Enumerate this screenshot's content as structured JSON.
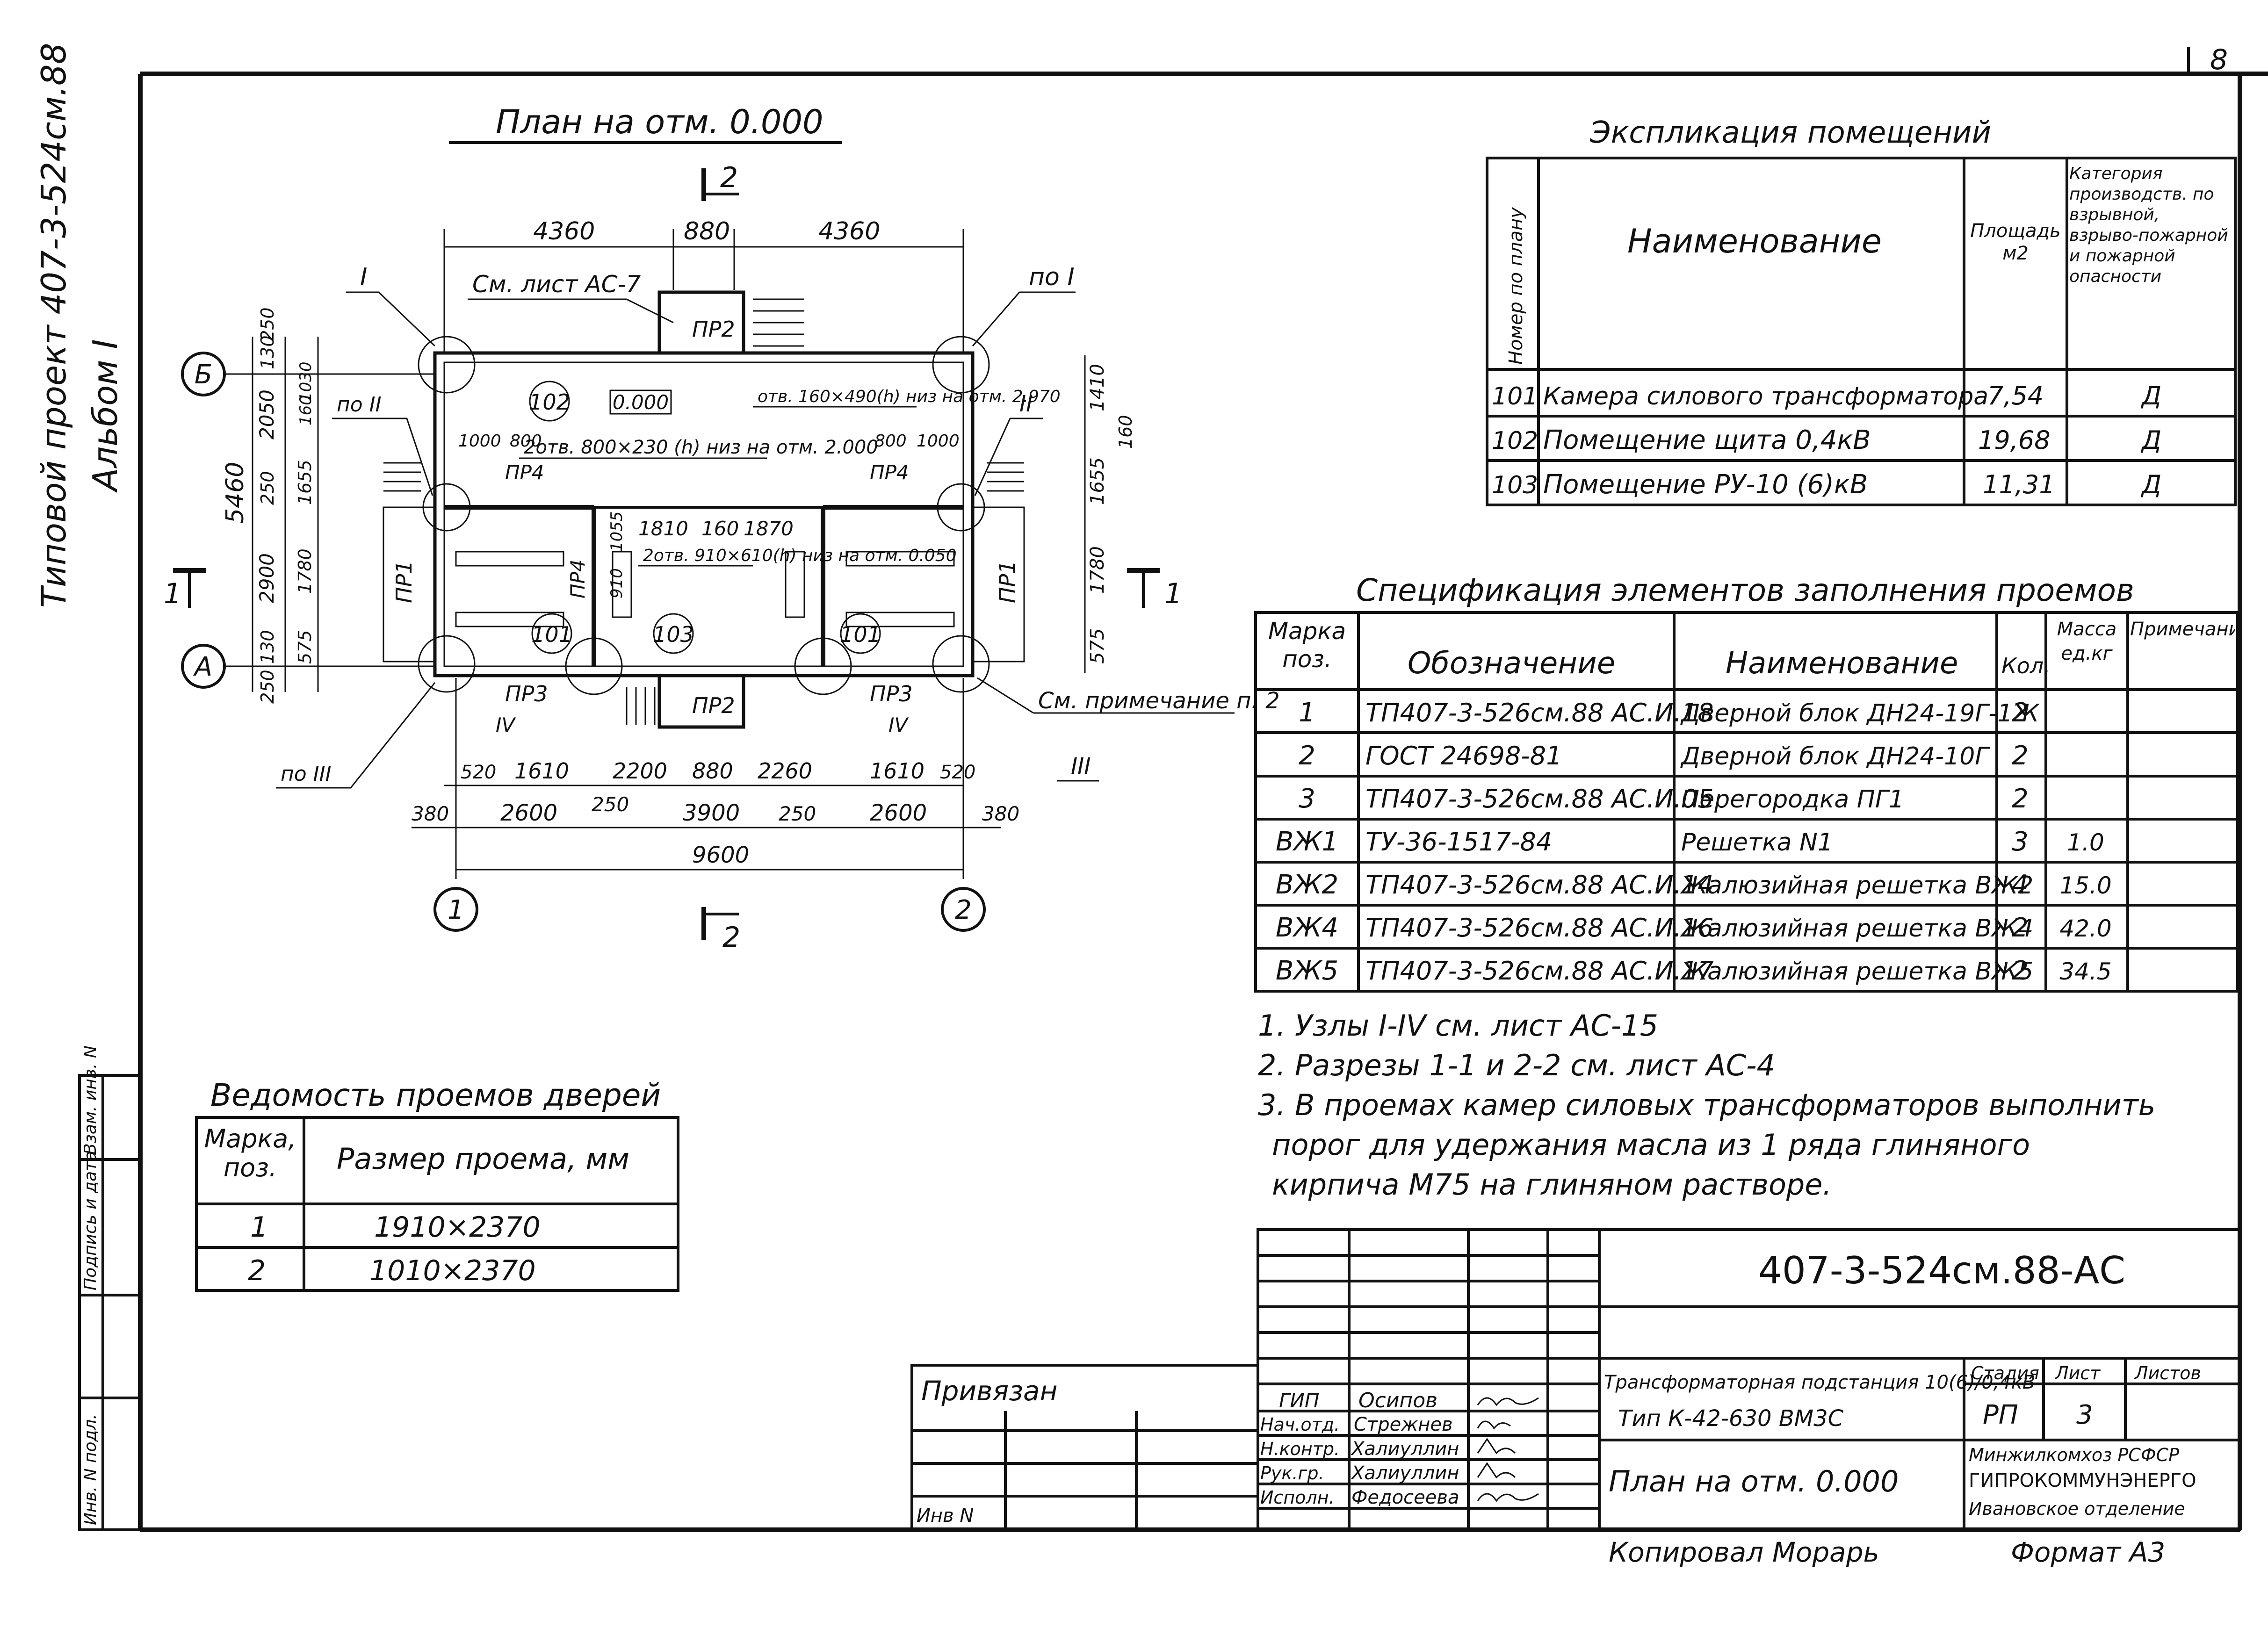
{
  "sheet": {
    "sheet_number": "8",
    "side_title": "Типовой проект 407-3-524см.88",
    "side_album": "Альбом I",
    "copied_by": "Копировал Морарь",
    "format": "Формат А3"
  },
  "plan": {
    "title": "План на отм. 0.000",
    "dims_top": [
      "4360",
      "880",
      "4360"
    ],
    "dims_bottom1": [
      "520",
      "1610",
      "2200",
      "880",
      "2260",
      "1610",
      "520"
    ],
    "dims_bottom2": [
      "380",
      "2600",
      "250",
      "3900",
      "250",
      "2600",
      "380"
    ],
    "dims_bottom_total": "9600",
    "dims_left_total": "5460",
    "dims_left": [
      "250",
      "130",
      "2050",
      "250",
      "2900",
      "130",
      "250"
    ],
    "dims_left_inner": [
      "160",
      "1030",
      "1655",
      "1780",
      "575"
    ],
    "dims_right": [
      "1410",
      "160",
      "1655",
      "1780",
      "575"
    ],
    "axis_rows": [
      "Б",
      "А"
    ],
    "axis_cols": [
      "1",
      "2"
    ],
    "section_2": "2",
    "section_1": "1",
    "node_labels": [
      "I",
      "по I",
      "по II",
      "II",
      "по III",
      "III",
      "IV"
    ],
    "room_numbers": [
      "102",
      "101",
      "103",
      "101"
    ],
    "level_mark": "0.000",
    "callouts": [
      "См. лист АС-7",
      "отв. 160×490(h) низ на отм. 2.970",
      "2отв. 800×230 (h) низ на отм. 2.000",
      "2отв. 910×610(h) низ на отм. 0.050",
      "См. примечание п. 2"
    ],
    "openings": [
      "ПР2",
      "ПР2",
      "ПР1",
      "ПР1",
      "ПР3",
      "ПР3",
      "ПР4",
      "ПР4",
      "ПР4"
    ],
    "small_dims": [
      "1000",
      "800",
      "800",
      "1000",
      "1810",
      "160",
      "1870",
      "910",
      "1055"
    ]
  },
  "explication": {
    "title": "Экспликация помещений",
    "headers": [
      "Номер по плану",
      "Наименование",
      "Площадь м2",
      "Категория производств. по взрывной, взрыво-пожарной и пожарной опасности"
    ],
    "rows": [
      [
        "101",
        "Камера силового трансформатора",
        "7,54",
        "Д"
      ],
      [
        "102",
        "Помещение щита 0,4кВ",
        "19,68",
        "Д"
      ],
      [
        "103",
        "Помещение РУ-10 (6)кВ",
        "11,31",
        "Д"
      ]
    ]
  },
  "spec": {
    "title": "Спецификация элементов заполнения проемов",
    "headers": [
      "Марка поз.",
      "Обозначение",
      "Наименование",
      "Кол.",
      "Масса ед.кг",
      "Примечание"
    ],
    "rows": [
      [
        "1",
        "ТП407-3-526см.88 АС.И.18",
        "Дверной блок ДН24-19Г-1Ж",
        "2",
        "",
        ""
      ],
      [
        "2",
        "ГОСТ 24698-81",
        "Дверной блок ДН24-10Г",
        "2",
        "",
        ""
      ],
      [
        "3",
        "ТП407-3-526см.88 АС.И.05",
        "Перегородка ПГ1",
        "2",
        "",
        ""
      ],
      [
        "ВЖ1",
        "ТУ-36-1517-84",
        "Решетка N1",
        "3",
        "1.0",
        ""
      ],
      [
        "ВЖ2",
        "ТП407-3-526см.88 АС.И.14",
        "Жалюзийная решетка ВЖ2",
        "4",
        "15.0",
        ""
      ],
      [
        "ВЖ4",
        "ТП407-3-526см.88 АС.И.16",
        "Жалюзийная решетка ВЖ4",
        "2",
        "42.0",
        ""
      ],
      [
        "ВЖ5",
        "ТП407-3-526см.88 АС.И.17",
        "Жалюзийная решетка ВЖ5",
        "2",
        "34.5",
        ""
      ]
    ]
  },
  "notes": [
    "1. Узлы I-IV см. лист АС-15",
    "2. Разрезы 1-1 и 2-2 см. лист АС-4",
    "3. В проемах камер силовых трансформаторов выполнить",
    "порог для удержания масла из 1 ряда глиняного",
    "кирпича М75 на глиняном растворе."
  ],
  "doors": {
    "title": "Ведомость проемов дверей",
    "headers": [
      "Марка, поз.",
      "Размер проема, мм"
    ],
    "rows": [
      [
        "1",
        "1910×2370"
      ],
      [
        "2",
        "1010×2370"
      ]
    ]
  },
  "stamp": {
    "code": "407-3-524см.88-АС",
    "project": "Трансформаторная подстанция 10(6)/0,4кВ",
    "type": "Тип К-42-630 ВМ3С",
    "sheet_title": "План на отм. 0.000",
    "stage_h": "Стадия",
    "sheet_h": "Лист",
    "sheets_h": "Листов",
    "stage": "РП",
    "sheet": "3",
    "sheets": "",
    "org1": "Минжилкомхоз РСФСР",
    "org2": "ГИПРОКОММУНЭНЕРГО",
    "org3": "Ивановское отделение",
    "privyazan": "Привязан",
    "inv": "Инв N",
    "roles": [
      "ГИП",
      "Нач.отд.",
      "Н.контр.",
      "Рук.гр.",
      "Исполн."
    ],
    "names": [
      "Осипов",
      "Стрежнев",
      "Халиуллин",
      "Халиуллин",
      "Федосеева"
    ],
    "left_strip": [
      "Взам. инв. N",
      "Подпись и дата",
      "Инв. N подл."
    ]
  }
}
